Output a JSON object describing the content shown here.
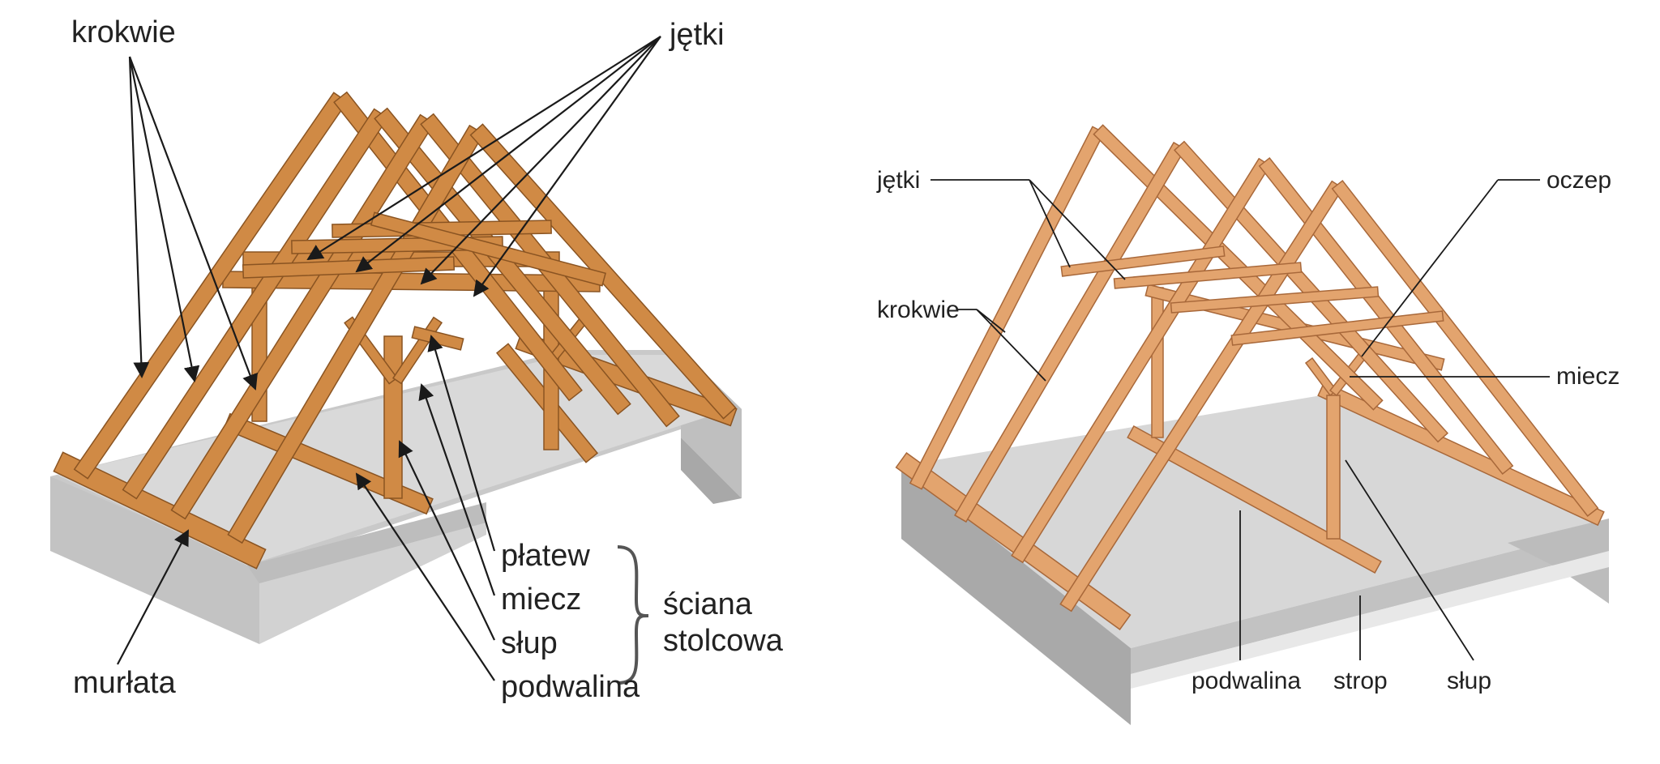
{
  "diagrams": [
    {
      "id": "left",
      "labels": {
        "krokwie": "krokwie",
        "jetki": "jętki",
        "murlata": "murłata",
        "platew": "płatew",
        "miecz": "miecz",
        "slup": "słup",
        "podwalina": "podwalina",
        "sciana_line1": "ściana",
        "sciana_line2": "stolcowa"
      }
    },
    {
      "id": "right",
      "labels": {
        "jetki": "jętki",
        "krokwie": "krokwie",
        "oczep": "oczep",
        "miecz": "miecz",
        "podwalina": "podwalina",
        "strop": "strop",
        "slup": "słup"
      }
    }
  ],
  "colors": {
    "timber_left": "#d08a45",
    "timber_left_edge": "#8a5422",
    "timber_right": "#e3a46e",
    "timber_right_edge": "#a8683a",
    "slab_top": "#dcdcdc",
    "slab_side": "#c6c6c6",
    "leader_line": "#1a1a1a"
  }
}
